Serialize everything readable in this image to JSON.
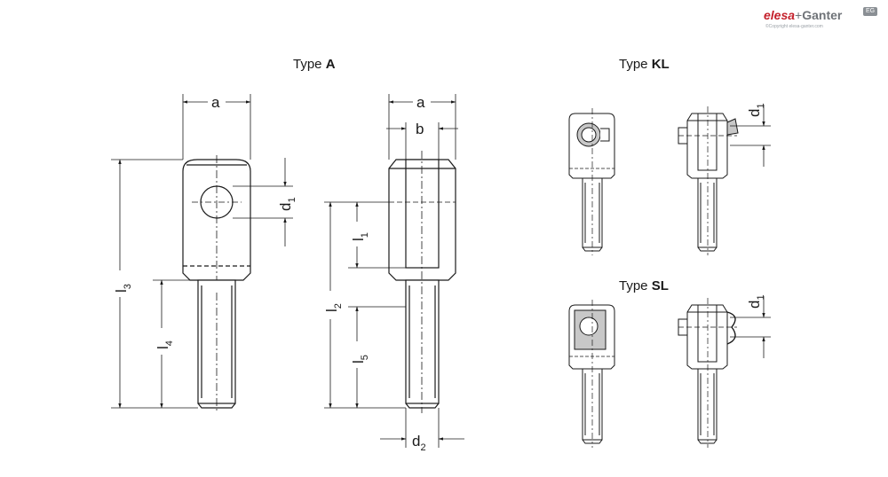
{
  "brand": {
    "logo_part1": "elesa",
    "logo_plus": "+",
    "logo_part2": "Ganter",
    "copyright": "©Copyright elesa-ganter.com",
    "badge": "EG"
  },
  "titles": {
    "type_a_prefix": "Type ",
    "type_a_bold": "A",
    "type_kl_prefix": "Type ",
    "type_kl_bold": "KL",
    "type_sl_prefix": "Type ",
    "type_sl_bold": "SL"
  },
  "dimensions": {
    "a": "a",
    "b": "b",
    "d": "d",
    "d_sub1": "1",
    "d_sub2": "2",
    "l": "l",
    "l_sub1": "1",
    "l_sub2": "2",
    "l_sub3": "3",
    "l_sub4": "4",
    "l_sub5": "5"
  },
  "colors": {
    "line": "#1a1a1a",
    "fill": "#ffffff",
    "shade": "#c8c8c8"
  }
}
